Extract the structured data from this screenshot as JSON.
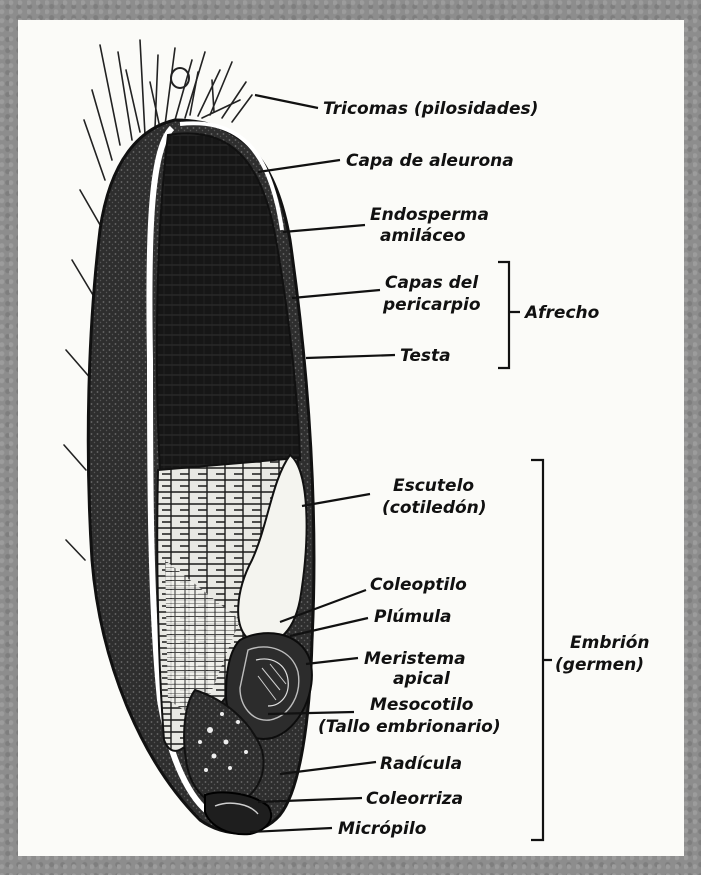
{
  "labels": {
    "tricomas": "Tricomas (pilosidades)",
    "aleurona": "Capa de aleurona",
    "endosperma_1": "Endosperma",
    "endosperma_2": "amiláceo",
    "pericarpio_1": "Capas del",
    "pericarpio_2": "pericarpio",
    "testa": "Testa",
    "afrecho": "Afrecho",
    "escutelo_1": "Escutelo",
    "escutelo_2": "(cotiledón)",
    "coleoptilo": "Coleoptilo",
    "plumula": "Plúmula",
    "meristema_1": "Meristema",
    "meristema_2": "apical",
    "mesocotilo_1": "Mesocotilo",
    "mesocotilo_2": "(Tallo embrionario)",
    "radicula": "Radícula",
    "coleorriza": "Coleorriza",
    "micropilo": "Micrópilo",
    "embrion_1": "Embrión",
    "embrion_2": "(germen)"
  },
  "colors": {
    "ink": "#111111",
    "panel": "#fbfbf8",
    "frame": "#8d8d8d",
    "scutellum": "#f4f4ef"
  }
}
